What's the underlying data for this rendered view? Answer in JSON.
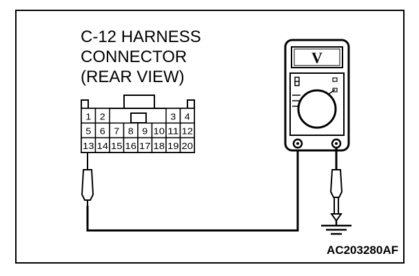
{
  "title_lines": [
    "C-12 HARNESS",
    "CONNECTOR",
    "(REAR VIEW)"
  ],
  "figure_id": "AC203280AF",
  "connector": {
    "rows": [
      [
        "1",
        "2",
        "",
        "",
        "",
        "",
        "3",
        "4"
      ],
      [
        "5",
        "6",
        "7",
        "8",
        "9",
        "10",
        "11",
        "12"
      ],
      [
        "13",
        "14",
        "15",
        "16",
        "17",
        "18",
        "19",
        "20"
      ]
    ],
    "probed_pin": "13"
  },
  "meter": {
    "display_symbol": "V"
  }
}
